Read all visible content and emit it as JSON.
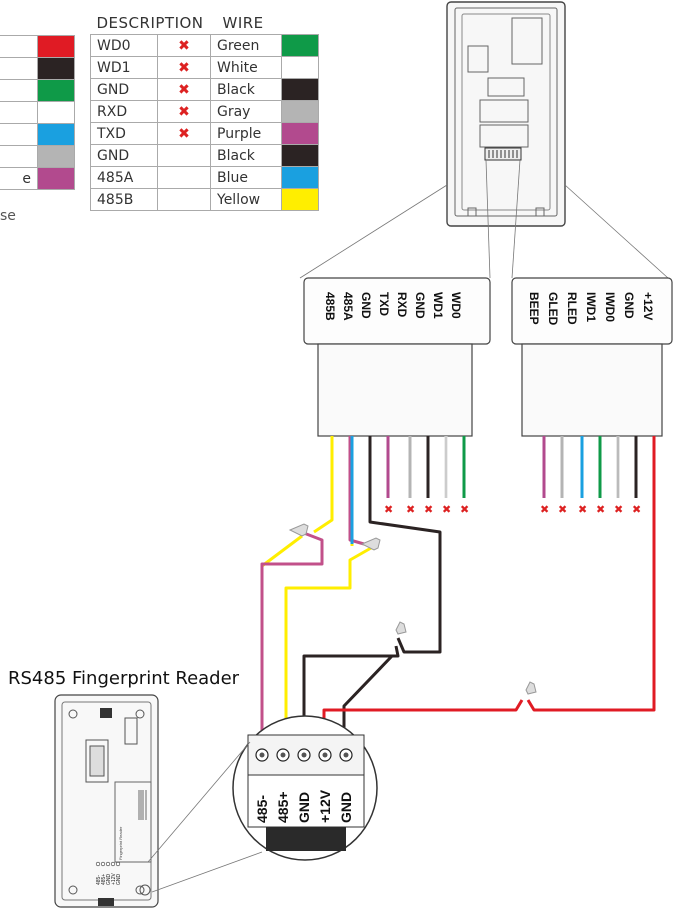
{
  "table_left": {
    "rows": [
      {
        "color": "#e01b24"
      },
      {
        "color": "#2b2323"
      },
      {
        "color": "#0f9a48"
      },
      {
        "color": "#ffffff"
      },
      {
        "color": "#1aa0e0"
      },
      {
        "color": "#b4b4b4"
      },
      {
        "label": "e",
        "color": "#b24a8e"
      }
    ],
    "trailing_text": "se"
  },
  "table_right": {
    "header_description": "DESCRIPTION",
    "header_wire": "WIRE",
    "rows": [
      {
        "desc": "WD0",
        "mark": "✖",
        "wire": "Green",
        "color": "#0f9a48"
      },
      {
        "desc": "WD1",
        "mark": "✖",
        "wire": "White",
        "color": "#ffffff"
      },
      {
        "desc": "GND",
        "mark": "✖",
        "wire": "Black",
        "color": "#2b2323"
      },
      {
        "desc": "RXD",
        "mark": "✖",
        "wire": "Gray",
        "color": "#b4b4b4"
      },
      {
        "desc": "TXD",
        "mark": "✖",
        "wire": "Purple",
        "color": "#b24a8e"
      },
      {
        "desc": "GND",
        "mark": "",
        "wire": "Black",
        "color": "#2b2323"
      },
      {
        "desc": "485A",
        "mark": "",
        "wire": "Blue",
        "color": "#1aa0e0"
      },
      {
        "desc": "485B",
        "mark": "",
        "wire": "Yellow",
        "color": "#ffee00"
      }
    ]
  },
  "connector_left_labels": [
    "485B",
    "485A",
    "GND",
    "TXD",
    "RXD",
    "GND",
    "WD1",
    "WD0"
  ],
  "connector_right_labels": [
    "BEEP",
    "GLED",
    "RLED",
    "IWD1",
    "IWD0",
    "GND",
    "+12V"
  ],
  "terminal_labels": [
    "485-",
    "485+",
    "GND",
    "+12V",
    "GND"
  ],
  "reader_title": "RS485 Fingerprint Reader",
  "reader_label_text": "Fingerprint Reader",
  "reader_terminal_labels": [
    "485-",
    "485+",
    "GND",
    "+12V",
    "GND"
  ],
  "colors": {
    "yellow": "#ffee00",
    "blue": "#1aa0e0",
    "black": "#2b2323",
    "purple": "#b24a8e",
    "gray": "#b4b4b4",
    "green": "#0f9a48",
    "red": "#e01b24",
    "pink": "#c2508a"
  }
}
